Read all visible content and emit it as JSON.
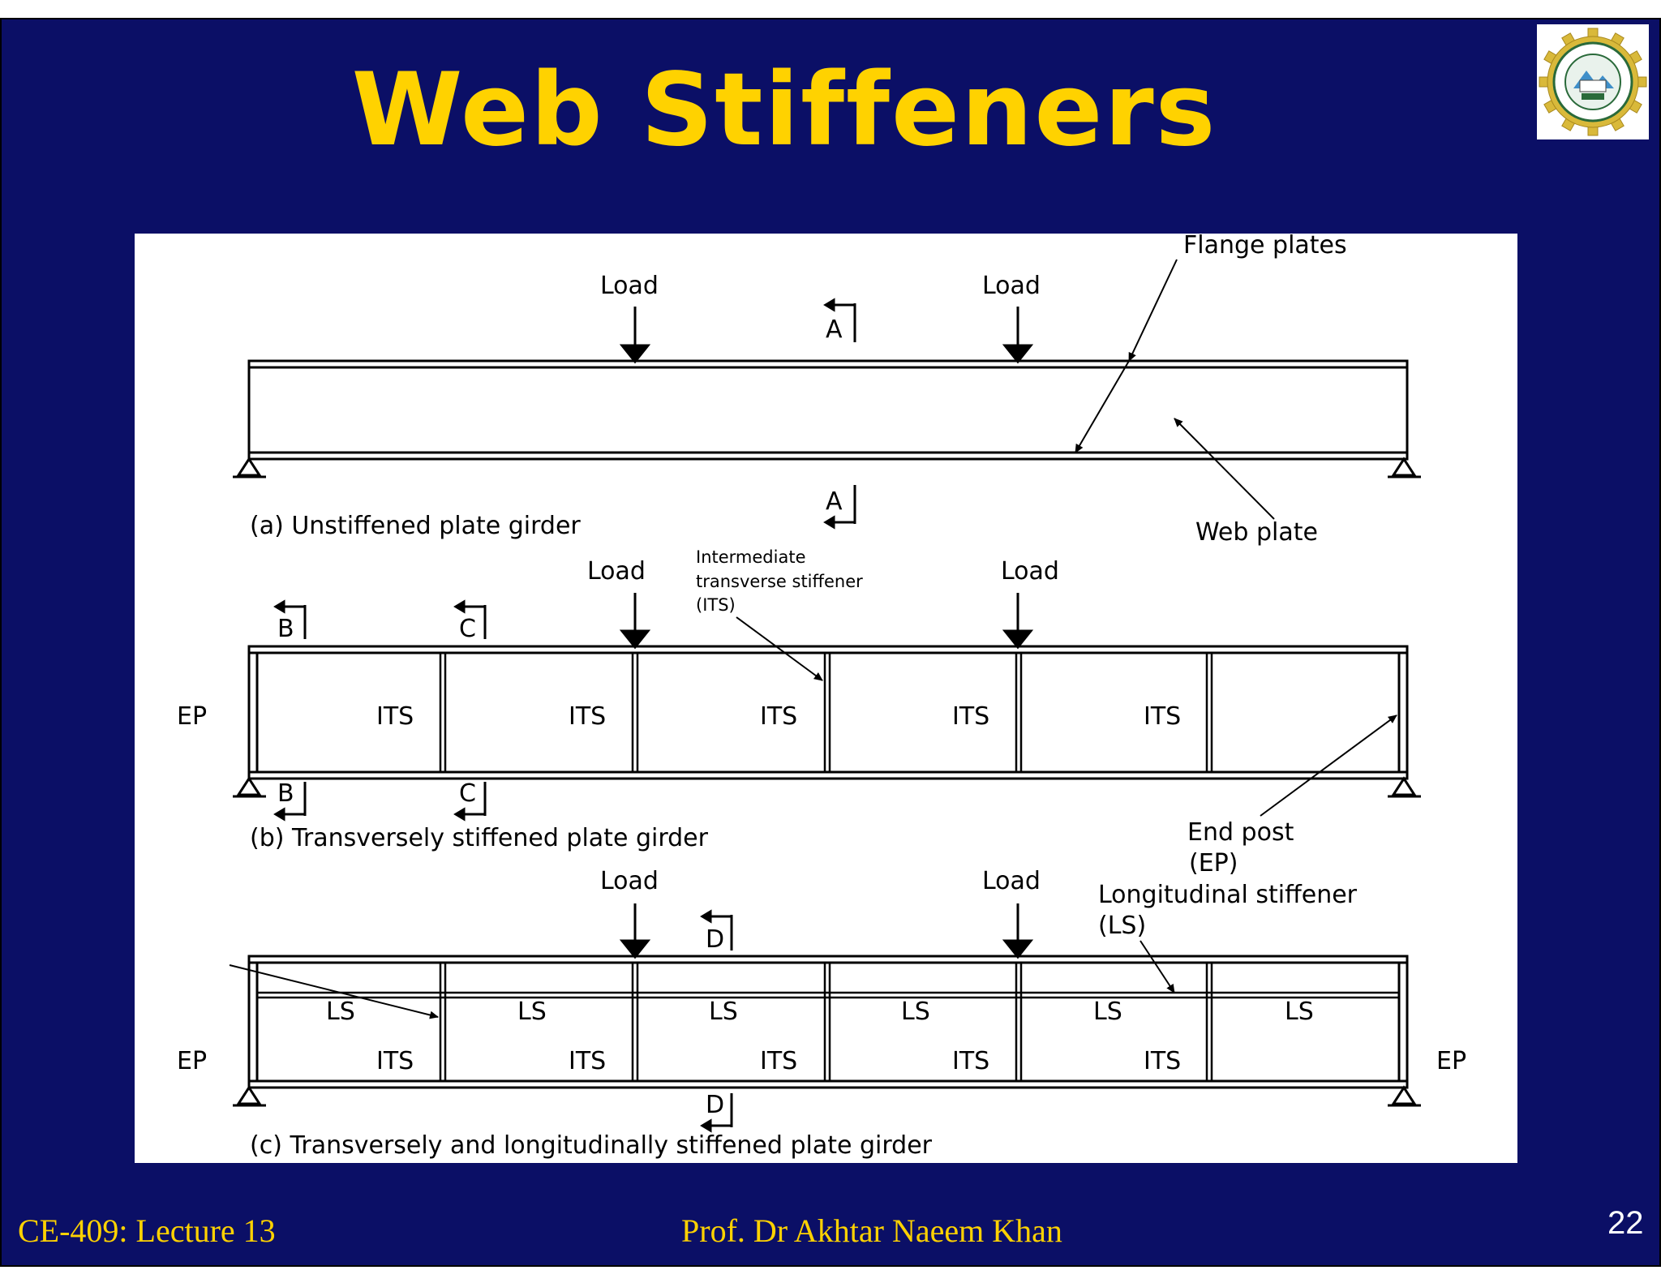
{
  "slide": {
    "title": "Web Stiffeners",
    "footer_left": "CE-409: Lecture 13",
    "footer_center": "Prof. Dr Akhtar Naeem Khan",
    "page_number": "22",
    "colors": {
      "background": "#0b0f66",
      "title": "#ffd200",
      "footer": "#ffd200",
      "page_number": "#ffffff"
    }
  },
  "logo": {
    "icon": "university-seal-gear-icon"
  },
  "figure": {
    "a": {
      "load_1": "Load",
      "load_2": "Load",
      "section_top": "A",
      "section_bottom": "A",
      "flange_label": "Flange plates",
      "web_label": "Web plate",
      "caption": "(a) Unstiffened plate girder"
    },
    "b": {
      "load_1": "Load",
      "load_2": "Load",
      "its_note_1": "Intermediate",
      "its_note_2": "transverse stiffener",
      "its_note_3": "(ITS)",
      "sec_b_top": "B",
      "sec_b_bottom": "B",
      "sec_c_top": "C",
      "sec_c_bottom": "C",
      "ep": "EP",
      "its": [
        "ITS",
        "ITS",
        "ITS",
        "ITS",
        "ITS"
      ],
      "endpost_1": "End post",
      "endpost_2": "(EP)",
      "caption": "(b)  Transversely stiffened plate girder"
    },
    "c": {
      "load_1": "Load",
      "load_2": "Load",
      "sec_d_top": "D",
      "sec_d_bottom": "D",
      "ls_note_1": "Longitudinal stiffener",
      "ls_note_2": "(LS)",
      "ls": [
        "LS",
        "LS",
        "LS",
        "LS",
        "LS",
        "LS"
      ],
      "its": [
        "ITS",
        "ITS",
        "ITS",
        "ITS",
        "ITS"
      ],
      "ep_left": "EP",
      "ep_right": "EP",
      "caption": "(c)  Transversely and longitudinally stiffened plate girder"
    }
  }
}
